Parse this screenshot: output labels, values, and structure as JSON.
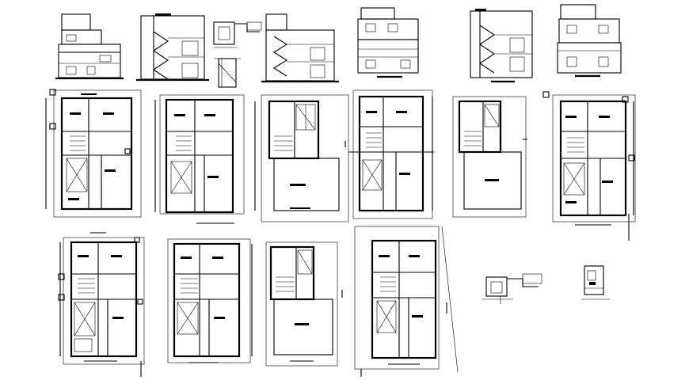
{
  "drawing": {
    "background": "#ffffff",
    "line_color": "#000000",
    "elevations": [
      "front-elevation-1",
      "section-1",
      "section-2",
      "front-elevation-2",
      "section-3",
      "front-elevation-3"
    ],
    "floor_plans": [
      "plan-r1-1",
      "plan-r1-2",
      "plan-r1-3",
      "plan-r1-4",
      "plan-r1-5",
      "plan-r1-6",
      "plan-r2-1",
      "plan-r2-2",
      "plan-r2-3",
      "plan-r2-4"
    ],
    "details": [
      "foundation-detail-1",
      "foundation-detail-2",
      "stair-detail-1",
      "stair-detail-2"
    ]
  }
}
